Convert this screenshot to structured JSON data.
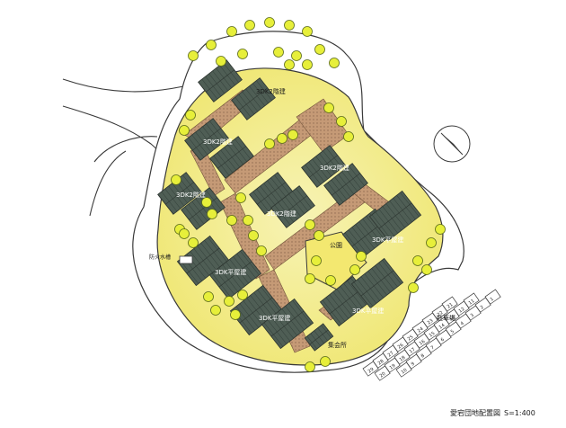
{
  "title": "愛宕団地配置図",
  "scale": "S=1:400",
  "site_labels": {
    "block_nw": "3DK2階建",
    "block_north": "3DK2階建",
    "block_west": "3DK2階建",
    "block_center": "3DK2階建",
    "block_east_upper": "3DK2階建",
    "block_sw": "3DK平屋建",
    "block_south": "3DK平屋建",
    "block_se": "3DK平屋建",
    "block_east": "3DK平屋建",
    "park": "公園",
    "meeting_hall": "集会所",
    "parking": "駐車場",
    "fire_tank": "防火水槽"
  },
  "parking_numbers": [
    "1",
    "2",
    "3",
    "4",
    "5",
    "6",
    "7",
    "8",
    "9",
    "10",
    "11",
    "12",
    "13",
    "14",
    "15",
    "16",
    "17",
    "18",
    "19",
    "20",
    "21",
    "22",
    "23",
    "24",
    "25",
    "26",
    "27",
    "28",
    "29"
  ],
  "colors": {
    "yellow": "#f0e878",
    "yellow_light": "#f7f3b5",
    "roof": "#4f5e55",
    "roof_dark": "#3c4841",
    "path": "#c59a76",
    "tree": "#e7ef3a",
    "line": "#3a3a3a"
  },
  "icons": [
    "north-arrow-icon"
  ]
}
